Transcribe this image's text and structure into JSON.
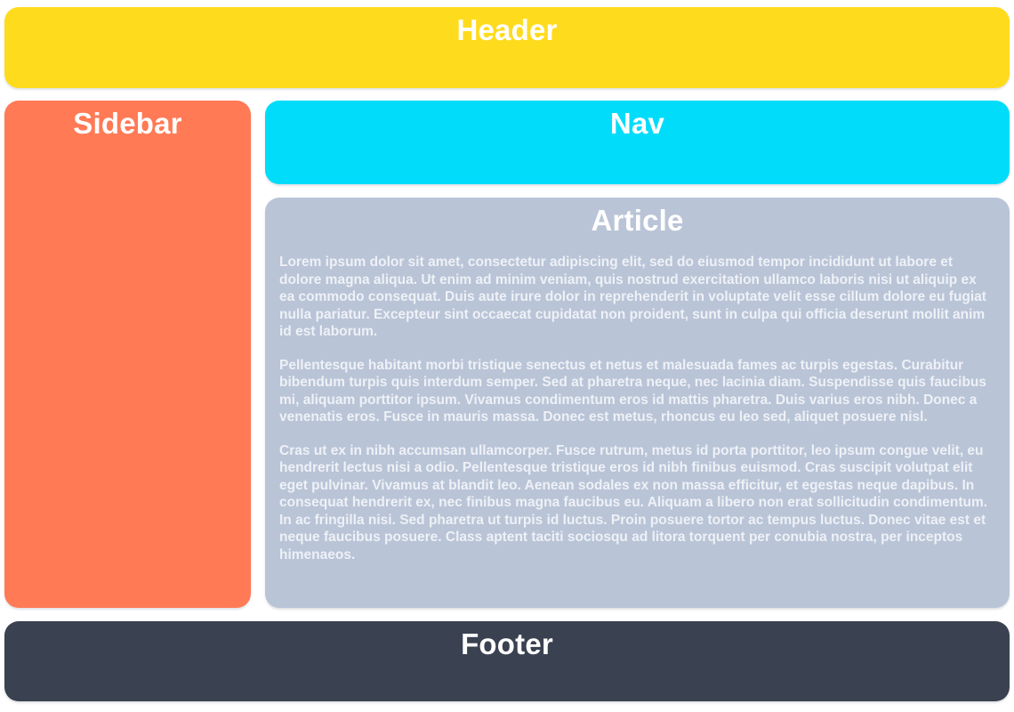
{
  "colors": {
    "header": "#ffdb1e",
    "sidebar": "#ff7a55",
    "nav": "#00dcfa",
    "article": "#b9c4d7",
    "footer": "#3a4150",
    "page-bg": "#ffffff",
    "heading-text": "#ffffff",
    "body-text": "#eef1f6"
  },
  "header": {
    "title": "Header"
  },
  "sidebar": {
    "title": "Sidebar"
  },
  "nav": {
    "title": "Nav"
  },
  "article": {
    "title": "Article",
    "paragraphs": [
      "Lorem ipsum dolor sit amet, consectetur adipiscing elit, sed do eiusmod tempor incididunt ut labore et dolore magna aliqua. Ut enim ad minim veniam, quis nostrud exercitation ullamco laboris nisi ut aliquip ex ea commodo consequat. Duis aute irure dolor in reprehenderit in voluptate velit esse cillum dolore eu fugiat nulla pariatur. Excepteur sint occaecat cupidatat non proident, sunt in culpa qui officia deserunt mollit anim id est laborum.",
      "Pellentesque habitant morbi tristique senectus et netus et malesuada fames ac turpis egestas. Curabitur bibendum turpis quis interdum semper. Sed at pharetra neque, nec lacinia diam. Suspendisse quis faucibus mi, aliquam porttitor ipsum. Vivamus condimentum eros id mattis pharetra. Duis varius eros nibh. Donec a venenatis eros. Fusce in mauris massa. Donec est metus, rhoncus eu leo sed, aliquet posuere nisl.",
      "Cras ut ex in nibh accumsan ullamcorper. Fusce rutrum, metus id porta porttitor, leo ipsum congue velit, eu hendrerit lectus nisi a odio. Pellentesque tristique eros id nibh finibus euismod. Cras suscipit volutpat elit eget pulvinar. Vivamus at blandit leo. Aenean sodales ex non massa efficitur, et egestas neque dapibus. In consequat hendrerit ex, nec finibus magna faucibus eu. Aliquam a libero non erat sollicitudin condimentum. In ac fringilla nisi. Sed pharetra ut turpis id luctus. Proin posuere tortor ac tempus luctus. Donec vitae est et neque faucibus posuere. Class aptent taciti sociosqu ad litora torquent per conubia nostra, per inceptos himenaeos."
    ]
  },
  "footer": {
    "title": "Footer"
  }
}
